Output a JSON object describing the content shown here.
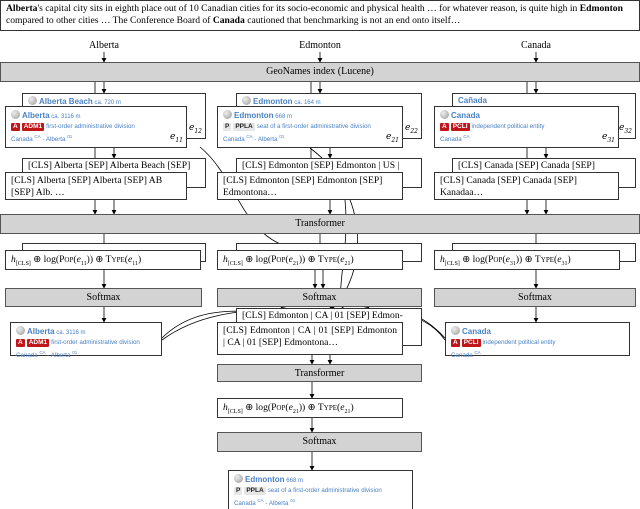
{
  "context": {
    "alberta": "Alberta",
    "p1": "'s capital city sits in eighth place out of 10 Canadian cities for its socio-economic and physical health … for whatever reason, is quite high in ",
    "edmonton": "Edmonton",
    "p2": " compared to other cities … The Conference Board of ",
    "canada": "Canada",
    "p3": " cautioned that benchmarking is not an end onto itself…"
  },
  "mentions": [
    "Alberta",
    "Edmonton",
    "Canada"
  ],
  "bars": {
    "index": "GeoNames index (Lucene)",
    "transformer": "Transformer",
    "softmax": "Softmax"
  },
  "candidates": {
    "alberta_back": {
      "name": "Alberta Beach",
      "elev": "ca. 720 m",
      "id": "e12"
    },
    "alberta": {
      "name": "Alberta",
      "elev": "ca. 3116 m",
      "class": "A",
      "code": "ADM1",
      "desc": "first-order administrative division",
      "country": "Canada",
      "cc": "CA",
      "admin": "Alberta",
      "ac": "01",
      "id": "e11"
    },
    "edmonton_back": {
      "name": "Edmonton",
      "elev": "ca. 164 m",
      "id": "e22"
    },
    "edmonton": {
      "name": "Edmonton",
      "elev": "668 m",
      "class": "P",
      "code": "PPLA",
      "desc": "seat of a first-order administrative division",
      "country": "Canada",
      "cc": "CA",
      "admin": "Alberta",
      "ac": "01",
      "id": "e21"
    },
    "canada_back": {
      "name": "Cañada",
      "id": "e32"
    },
    "canada": {
      "name": "Canada",
      "class": "A",
      "code": "PCLI",
      "desc": "independent political entity",
      "country": "Canada",
      "cc": "CA",
      "id": "e31"
    }
  },
  "texts": {
    "alberta_back": "[CLS] Alberta [SEP] Alberta Beach [SEP]",
    "alberta": "[CLS] Alberta [SEP] Alberta [SEP] AB [SEP] Alb. …",
    "edmonton_back": "[CLS] Edmonton [SEP] Edmonton | US |",
    "edmonton": "[CLS] Edmonton [SEP] Edmonton [SEP] Edmontona…",
    "canada_back": "[CLS] Canada [SEP] Canada [SEP]",
    "canada": "[CLS] Canada [SEP] Canada [SEP] Kanadaa…",
    "joint_back": "[CLS] Edmonton | CA | 01 [SEP] Edmon-",
    "joint": "[CLS] Edmonton | CA | 01 [SEP] Edmonton | CA | 01 [SEP] Edmontona…"
  },
  "features": {
    "e11": "e11",
    "e21": "e21",
    "e31": "e31"
  }
}
